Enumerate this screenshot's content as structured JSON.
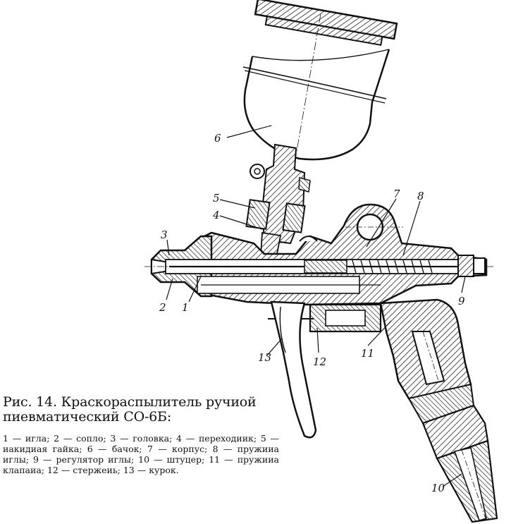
{
  "caption": {
    "title": "Рис. 14. Краскораспылитель ручиой пиевматический СО-6Б:",
    "legend": "1 — игла; 2 — сопло; 3 — головка; 4 — переходиик; 5 — иакидиая гайка; 6 — бачок; 7 — корпус; 8 — пружииа иглы; 9 — регулятор иглы; 10 — штуцер; 11 — пружииа клапаиа; 12 — стержеиь; 13 — курок."
  },
  "callouts": {
    "c1": "1",
    "c2": "2",
    "c3": "3",
    "c4": "4",
    "c5": "5",
    "c6": "6",
    "c7": "7",
    "c8": "8",
    "c9": "9",
    "c10": "10",
    "c11": "11",
    "c12": "12",
    "c13": "13"
  }
}
